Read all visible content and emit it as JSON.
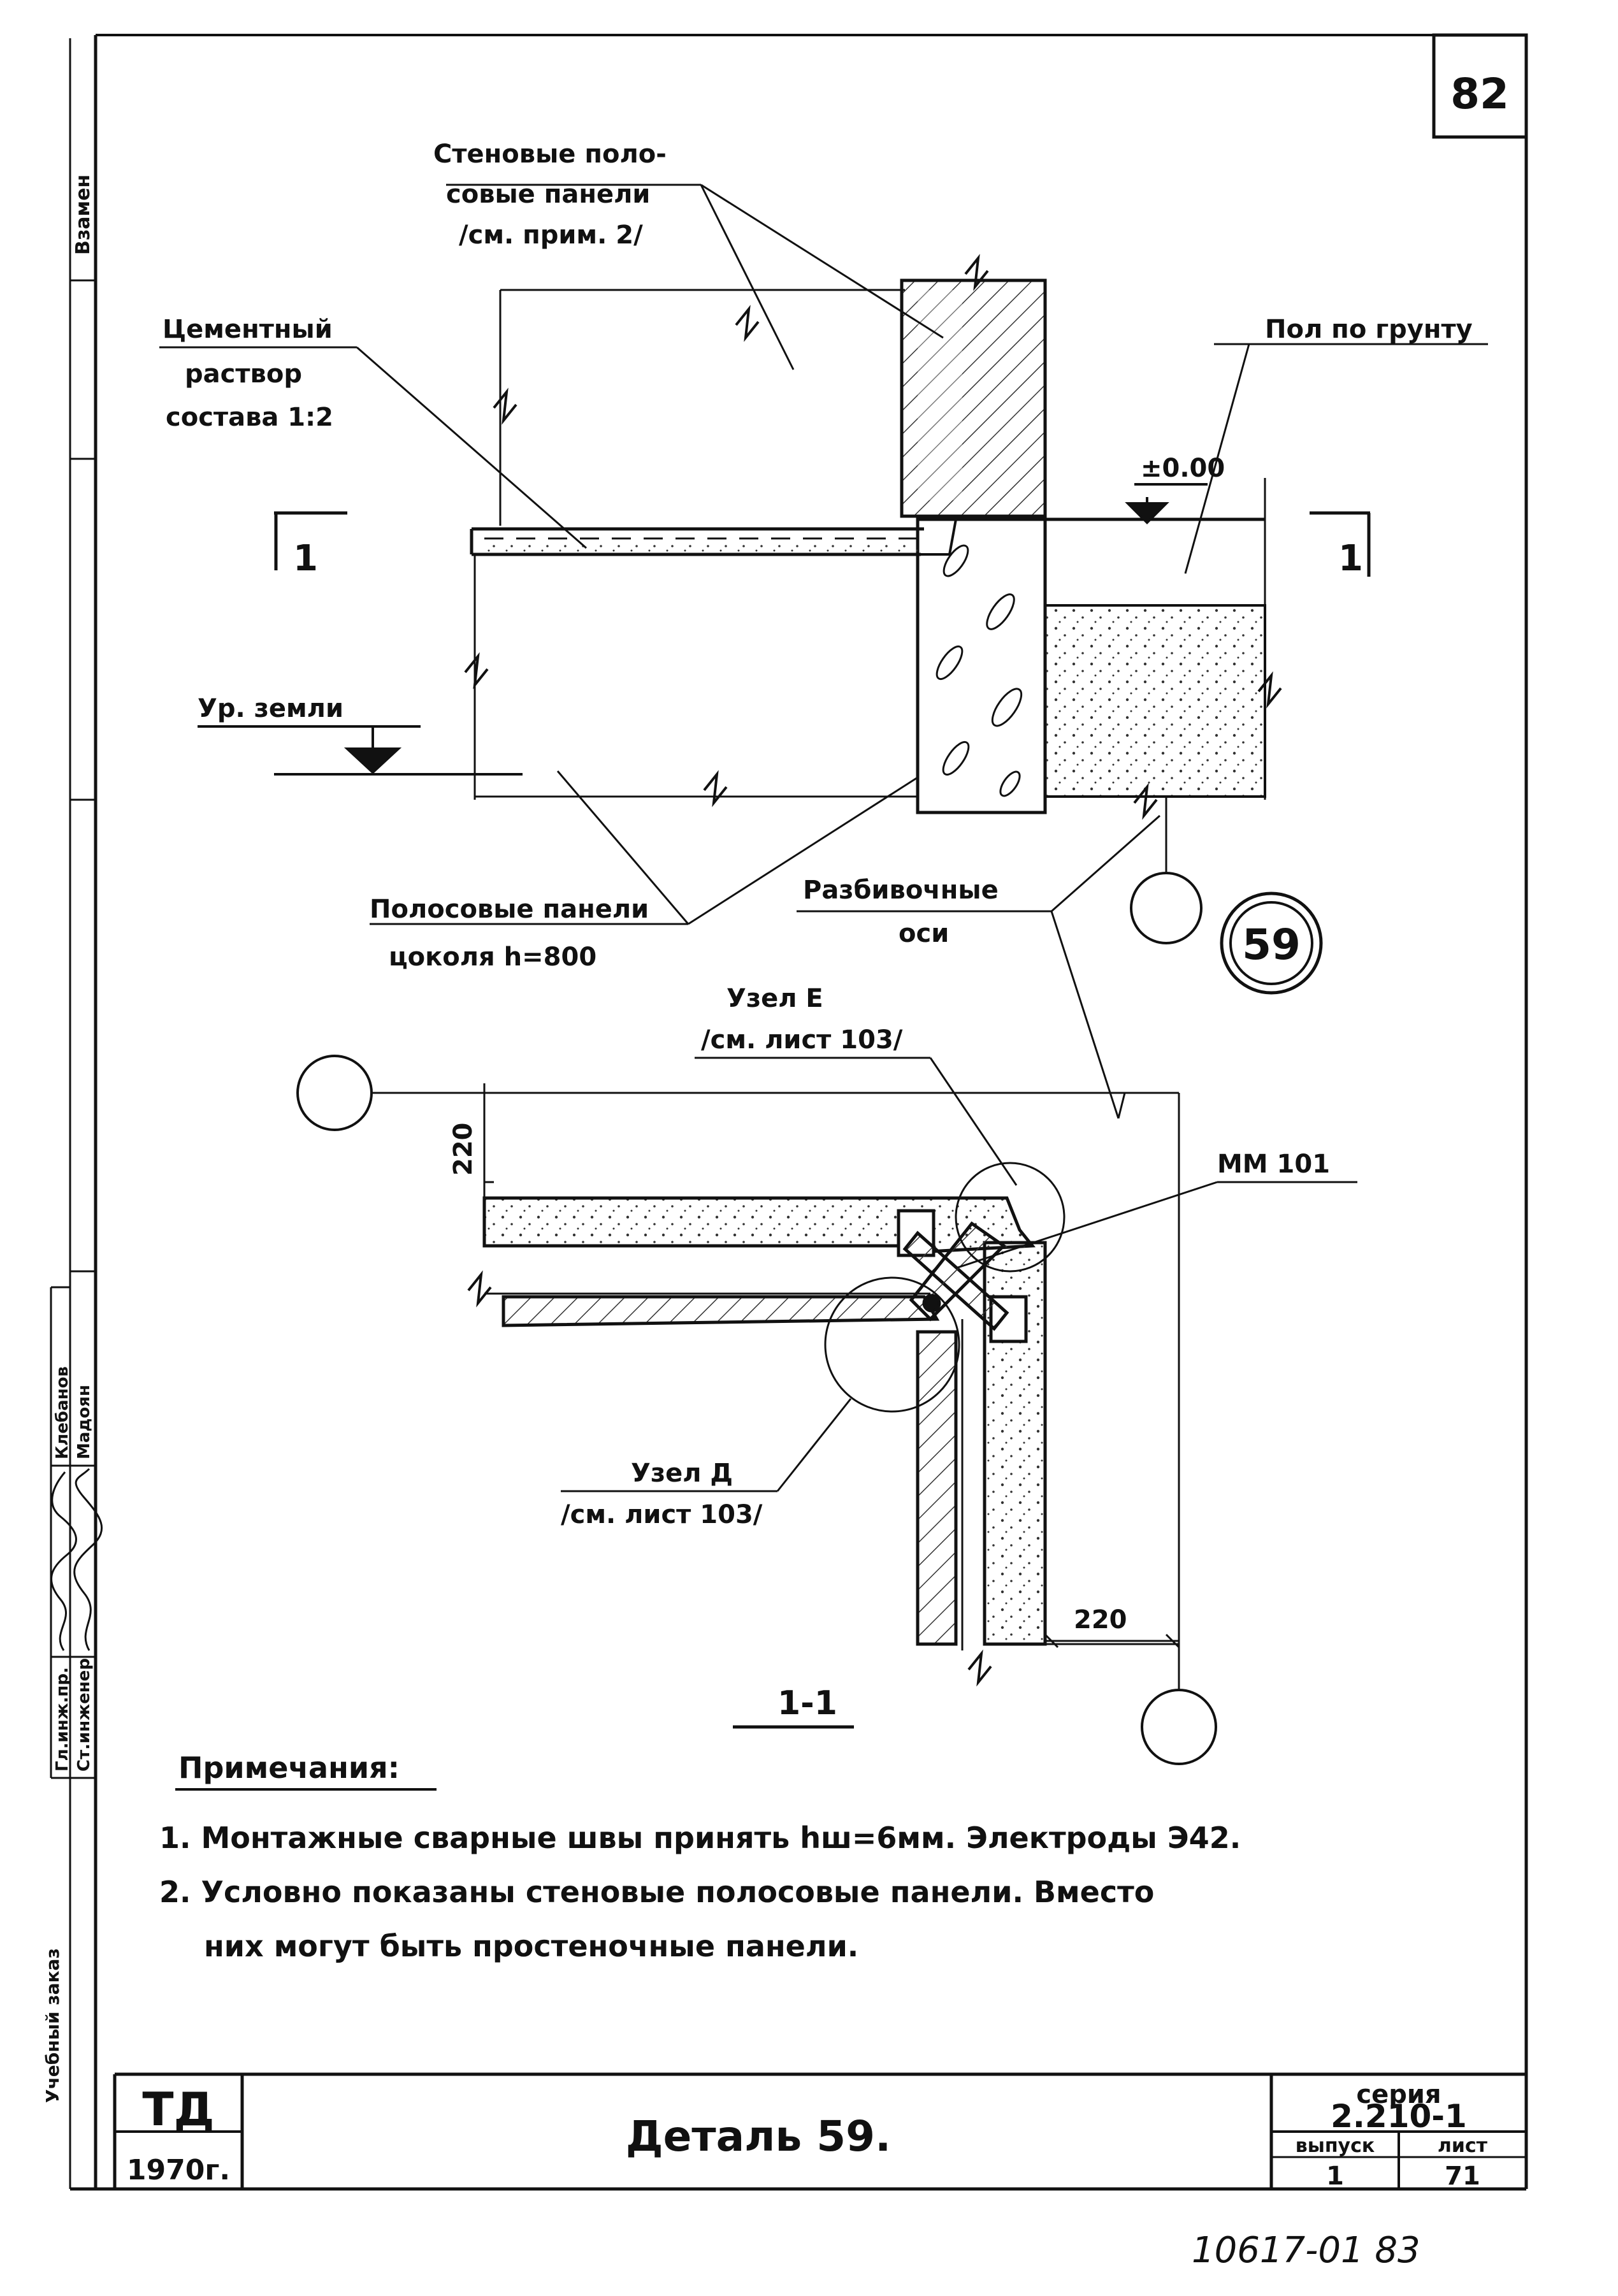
{
  "sheet_number": "82",
  "left_strip": {
    "replace_label": "Взамен",
    "role_1": "Гл.инж.пр.",
    "role_2": "Ст.инженер",
    "name_1": "Клебанов",
    "name_2": "Мадоян",
    "bottom_label": "Учебный заказ"
  },
  "labels": {
    "wall_panels": [
      "Стеновые поло-",
      "совые панели",
      "/см. прим. 2/"
    ],
    "cement_mortar": [
      "Цементный",
      "раствор",
      "состава 1:2"
    ],
    "floor_on_ground": "Пол по грунту",
    "level_zero": "±0.00",
    "ground_level": "Ур. земли",
    "plinth_panels": [
      "Полосовые панели",
      "цоколя h=800"
    ],
    "layout_axes": [
      "Разбивочные",
      "оси"
    ],
    "detail_number": "59",
    "node_e": [
      "Узел Е",
      "/см. лист 103/"
    ],
    "node_d": [
      "Узел Д",
      "/см. лист 103/"
    ],
    "part_code": "ММ 101",
    "section_mark": "1",
    "section_title": "1-1",
    "dim_220": "220"
  },
  "notes": {
    "heading": "Примечания:",
    "items": [
      "1. Монтажные сварные швы принять hш=6мм. Электроды Э42.",
      "2. Условно показаны стеновые полосовые панели. Вместо",
      "них могут быть простеночные панели."
    ]
  },
  "title_block": {
    "org": "ТД",
    "year": "1970г.",
    "title": "Деталь 59.",
    "series_label": "серия",
    "series_value": "2.210-1",
    "issue_label": "выпуск",
    "issue_value": "1",
    "sheet_label": "лист",
    "sheet_value": "71"
  },
  "footer_code": "10617-01 83"
}
